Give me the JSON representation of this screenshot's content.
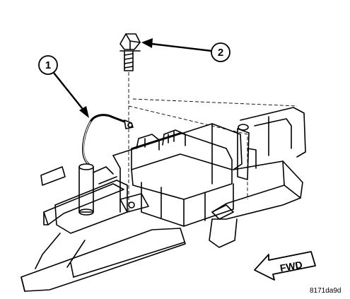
{
  "diagram": {
    "callouts": [
      {
        "number": "1",
        "label": "1"
      },
      {
        "number": "2",
        "label": "2"
      }
    ],
    "direction_label": "FWD",
    "figure_code": "8171da9d",
    "colors": {
      "line": "#000000",
      "background": "#ffffff"
    }
  }
}
